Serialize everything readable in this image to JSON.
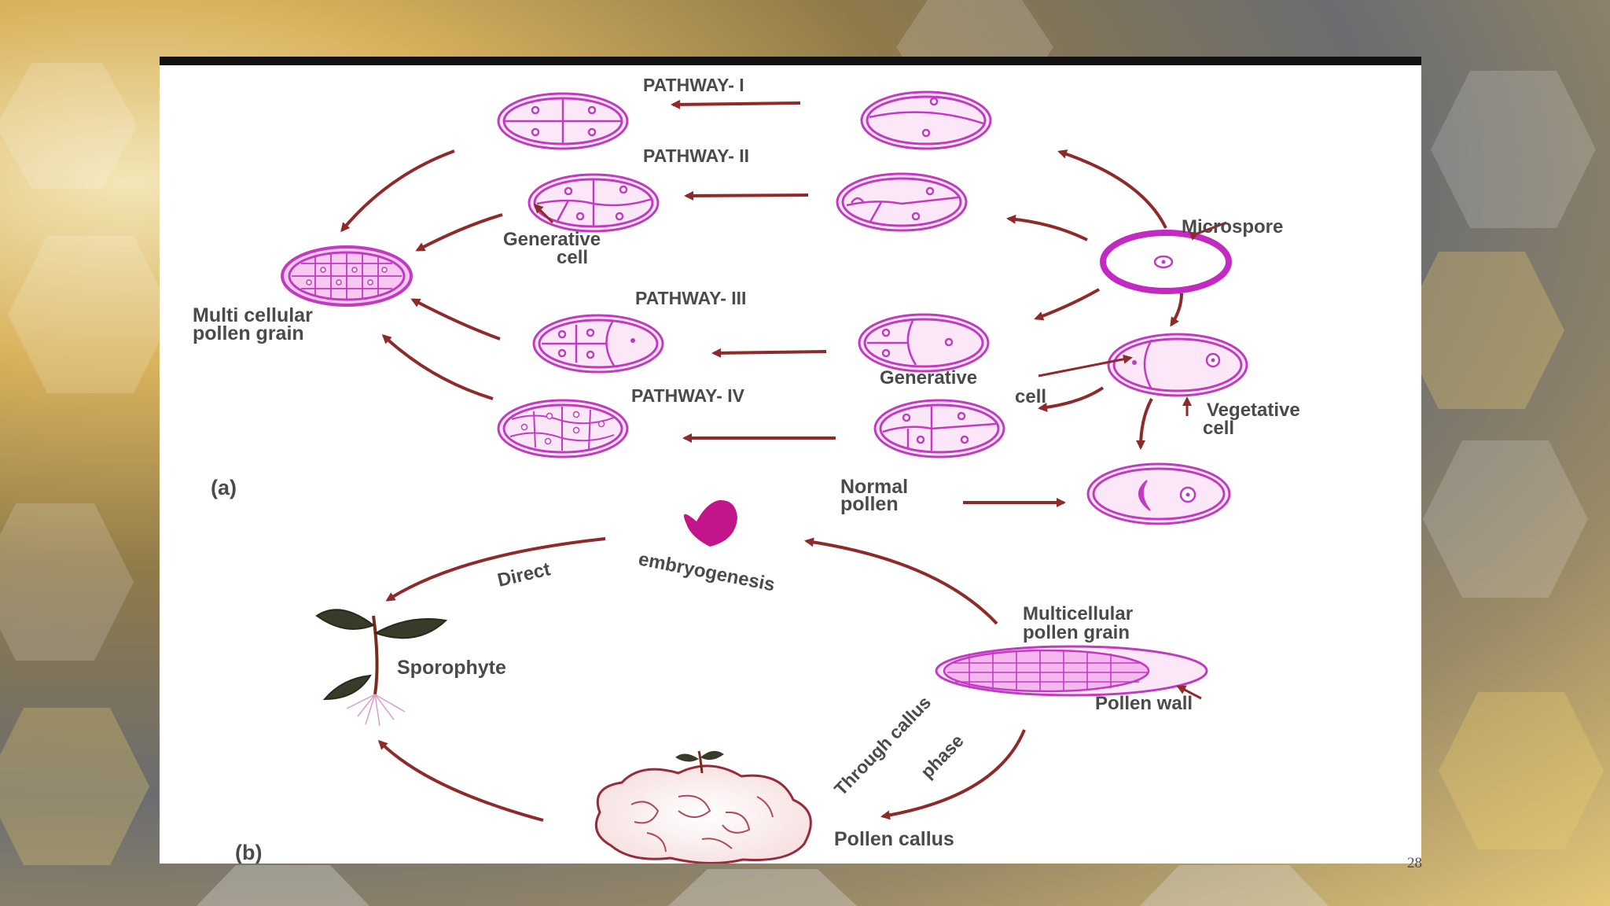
{
  "diagram": {
    "pathway_1": "PATHWAY- I",
    "pathway_2": "PATHWAY- II",
    "pathway_3": "PATHWAY- III",
    "pathway_4": "PATHWAY- IV",
    "microspore": "Microspore",
    "generative_cell_a_line1": "Generative",
    "generative_cell_a_line2": "cell",
    "generative_cell_b_line1": "Generative",
    "generative_cell_b_line2": "cell",
    "vegetative_cell_line1": "Vegetative",
    "vegetative_cell_line2": "cell",
    "multicellular_pollen_line1": "Multi cellular",
    "multicellular_pollen_line2": "pollen grain",
    "normal_pollen_line1": "Normal",
    "normal_pollen_line2": "pollen",
    "panel_a": "(a)",
    "panel_b": "(b)",
    "direct": "Direct",
    "embryogenesis": "embryogenesis",
    "multicellular_b_line1": "Multicellular",
    "multicellular_b_line2": "pollen grain",
    "pollen_wall": "Pollen wall",
    "sporophyte": "Sporophyte",
    "through_callus_line1": "Through callus",
    "through_callus_line2": "phase",
    "pollen_callus": "Pollen callus"
  },
  "slide": {
    "page_number": "28"
  }
}
